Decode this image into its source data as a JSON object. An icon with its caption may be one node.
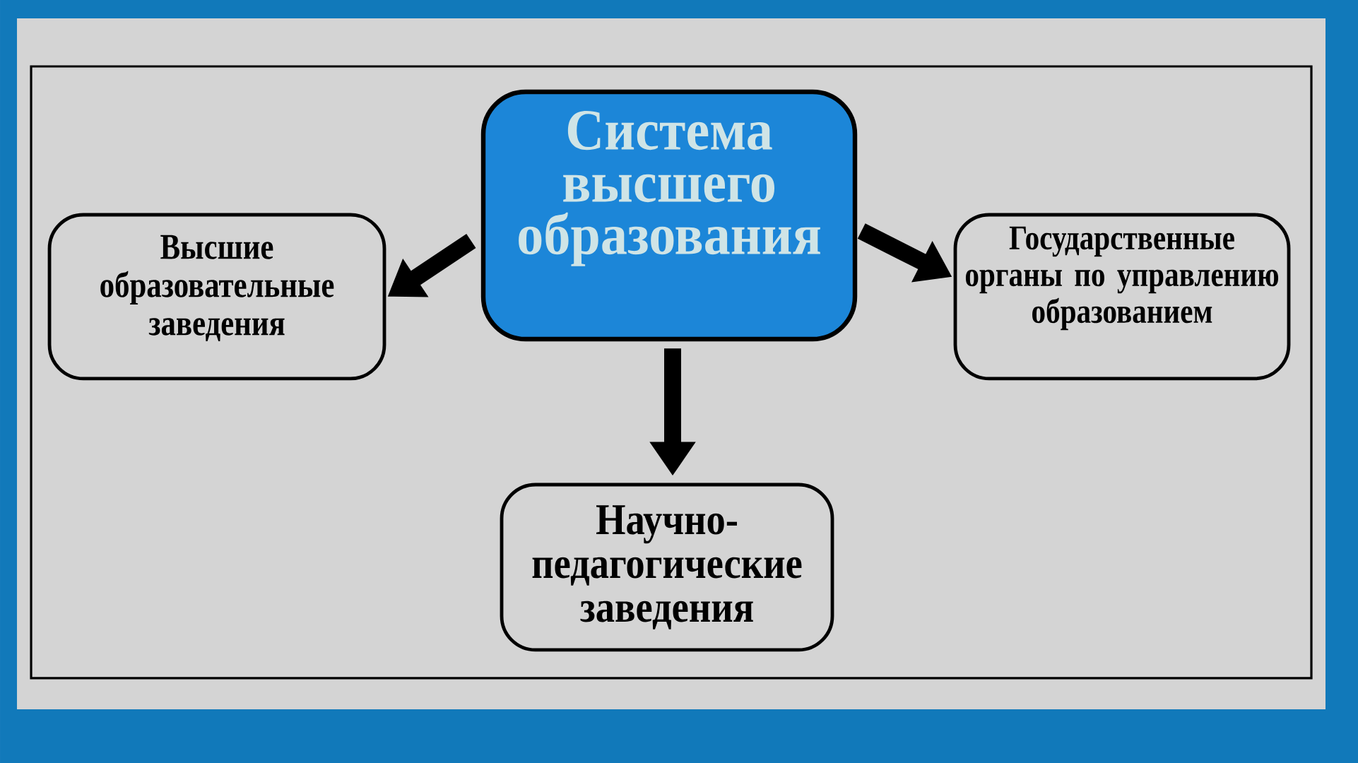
{
  "diagram": {
    "nodes": [
      {
        "text": [
          "Система высшего образования"
        ]
      },
      {
        "text": [
          "Высшие образовательные заведения"
        ]
      },
      {
        "text": [
          "Государственные органы по управлению образованием"
        ]
      },
      {
        "text": [
          "Научно-педагогические заведения"
        ]
      }
    ],
    "edges": [
      {
        "from": 0,
        "to": 1,
        "arrow": "to"
      },
      {
        "from": 0,
        "to": 2,
        "arrow": "to"
      },
      {
        "from": 0,
        "to": 3,
        "arrow": "to"
      }
    ]
  }
}
